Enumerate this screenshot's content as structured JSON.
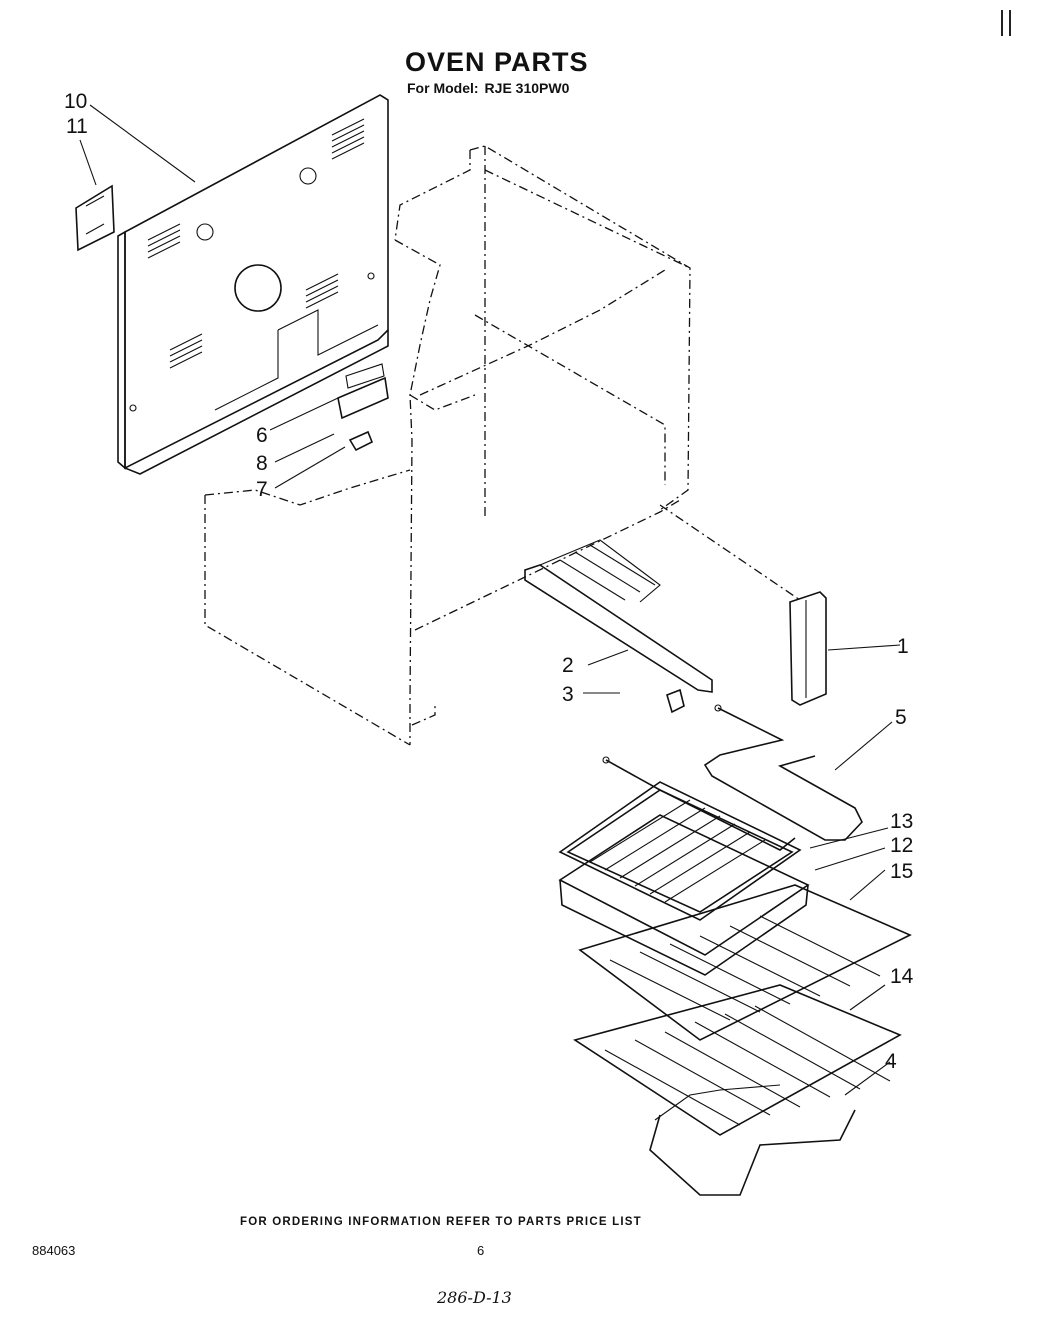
{
  "header": {
    "title": "OVEN PARTS",
    "model_label": "For Model:",
    "model_number": "RJE 310PW0"
  },
  "callouts": [
    "10",
    "11",
    "6",
    "8",
    "7",
    "1",
    "2",
    "3",
    "5",
    "13",
    "12",
    "15",
    "14",
    "4"
  ],
  "footer": {
    "ordering_note": "FOR ORDERING INFORMATION REFER TO PARTS PRICE LIST",
    "document_number": "884063",
    "page_number": "6",
    "handwritten_note": "286-D-13"
  }
}
